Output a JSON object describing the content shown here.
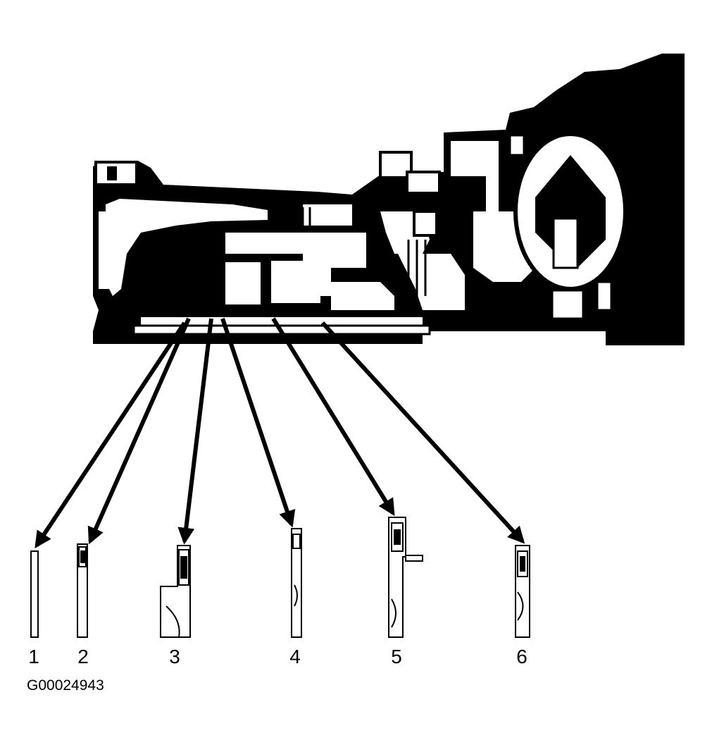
{
  "figure_id": "G00024943",
  "callouts": [
    {
      "number": "1",
      "part": "ring-1"
    },
    {
      "number": "2",
      "part": "ring-2"
    },
    {
      "number": "3",
      "part": "ring-3"
    },
    {
      "number": "4",
      "part": "ring-4"
    },
    {
      "number": "5",
      "part": "ring-5"
    },
    {
      "number": "6",
      "part": "ring-6"
    }
  ],
  "colors": {
    "ink": "#000000",
    "paper": "#ffffff"
  }
}
